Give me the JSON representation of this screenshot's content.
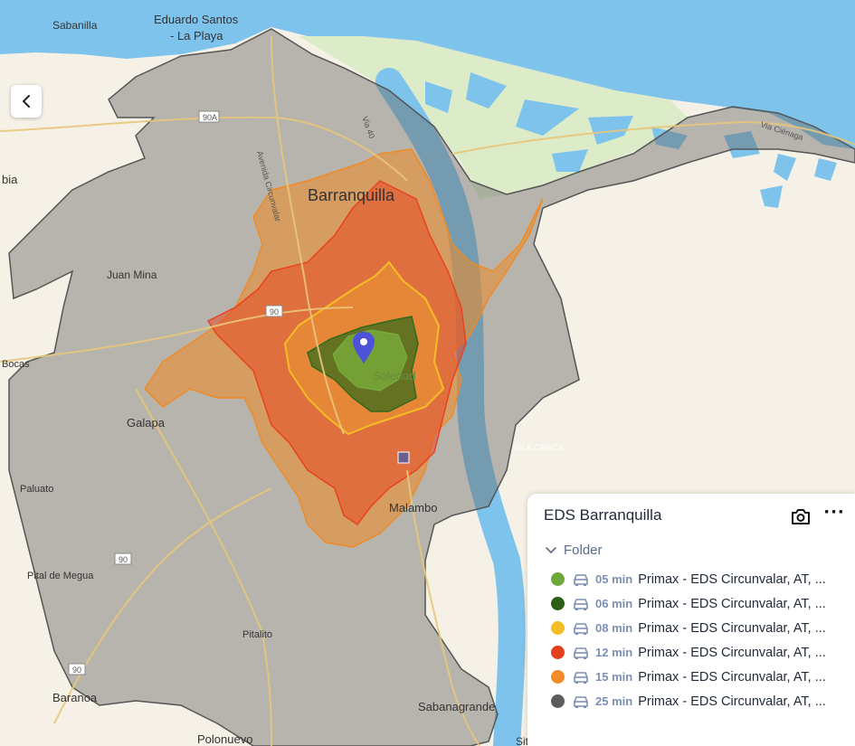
{
  "map": {
    "places": {
      "sabanilla": "Sabanilla",
      "eduardo_santos": "Eduardo Santos",
      "la_playa": "- La Playa",
      "barranquilla": "Barranquilla",
      "juan_mina": "Juan Mina",
      "bia": "bia",
      "bocas": "Bocas",
      "galapa": "Galapa",
      "soledad": "Soledad",
      "isla_cabica": "ISLA CABICA",
      "paluato": "Paluato",
      "malambo": "Malambo",
      "pital_de_megua": "Pital de Megua",
      "pitalito": "Pitalito",
      "baranoa": "Baranoa",
      "sabanagrande": "Sabanagrande",
      "polonuevo": "Polonuevo",
      "sitionuevo": "Sitionuevo"
    },
    "roads": {
      "r90a": "90A",
      "r90_a": "90",
      "r90_b": "90",
      "r90_c": "90",
      "via40": "Via 40",
      "avenida_circunvalar": "Avenida Circunvalar",
      "via_cienaga": "Via Ciénaga"
    },
    "colors": {
      "water": "#7ec3ec",
      "land": "#f6f1e6",
      "green_land": "#dcebc8",
      "gray_25": "#6b6b6b",
      "orange_15": "#f08a24",
      "red_12": "#e9421c",
      "yellow_8": "#f5bd25",
      "dkgreen_6": "#2e6a1a",
      "green_5": "#7ab33f",
      "pin": "#4d52d9"
    }
  },
  "panel": {
    "title": "EDS Barranquilla",
    "more": "···",
    "folder_label": "Folder",
    "layers": [
      {
        "time": "05 min",
        "name": "Primax - EDS Circunvalar, AT, ...",
        "color": "#6fa83a"
      },
      {
        "time": "06 min",
        "name": "Primax - EDS Circunvalar, AT, ...",
        "color": "#2c5e16"
      },
      {
        "time": "08 min",
        "name": "Primax - EDS Circunvalar, AT, ...",
        "color": "#f5bd25"
      },
      {
        "time": "12 min",
        "name": "Primax - EDS Circunvalar, AT, ...",
        "color": "#e5401c"
      },
      {
        "time": "15 min",
        "name": "Primax - EDS Circunvalar, AT, ...",
        "color": "#f28c28"
      },
      {
        "time": "25 min",
        "name": "Primax - EDS Circunvalar, AT, ...",
        "color": "#5c5c5c"
      }
    ]
  }
}
